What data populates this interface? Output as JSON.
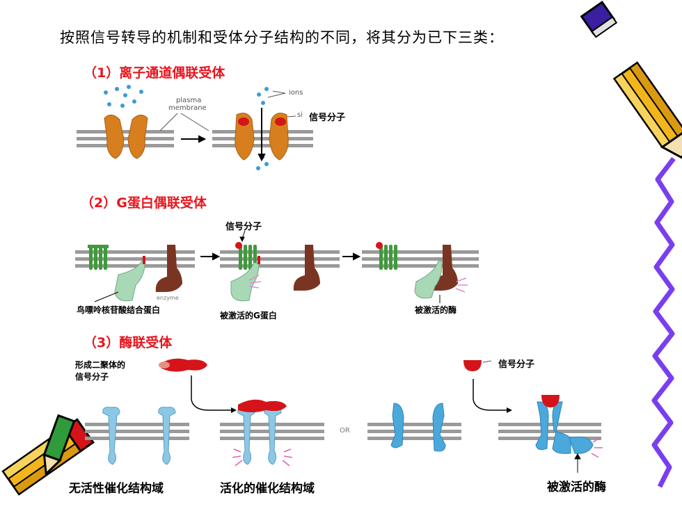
{
  "title": "按照信号转导的机制和受体分子结构的不同，将其分为已下三类：",
  "section1": {
    "heading": "（1）离子通道偶联受体",
    "label_ions": "ions",
    "label_membrane_1": "plasma",
    "label_membrane_2": "membrane",
    "label_si": "si",
    "label_signal": "信号分子"
  },
  "section2": {
    "heading": "（2）G蛋白偶联受体",
    "label_signal": "信号分子",
    "label_gprotein": "鸟嘌呤核苷酸结合蛋白",
    "label_enzyme_small": "enzyme",
    "label_active_g": "被激活的G蛋白",
    "label_active_enzyme": "被激活的酶"
  },
  "section3": {
    "heading": "（3）酶联受体",
    "label_dimer_1": "形成二聚体的",
    "label_dimer_2": "信号分子",
    "label_signal": "信号分子",
    "label_or": "OR",
    "label_inactive": "无活性催化结构域",
    "label_active_domain": "活化的催化结构域",
    "label_active_enzyme": "被激活的酶"
  },
  "colors": {
    "heading_red": "#e8151d",
    "membrane_gray": "#9a9a9a",
    "channel_orange": "#d77f1e",
    "receptor_green": "#3f9a3c",
    "gprotein_mint": "#a8d8b5",
    "enzyme_brown": "#7a3522",
    "receptor_blue": "#8cc8e6",
    "signal_red": "#d5141a",
    "decor_purple": "#7a3ef0",
    "pencil_yellow": "#f2b51c"
  }
}
